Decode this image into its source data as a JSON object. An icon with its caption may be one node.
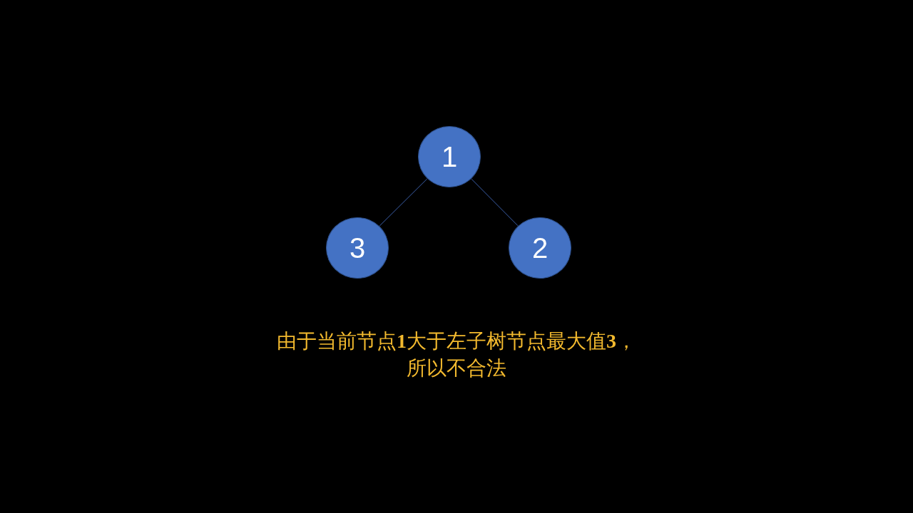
{
  "diagram": {
    "nodes": [
      {
        "text": [
          "1"
        ]
      },
      {
        "text": [
          "3"
        ]
      },
      {
        "text": [
          "2"
        ]
      }
    ],
    "edges": [
      {
        "from": 0,
        "to": 1,
        "arrow": "none"
      },
      {
        "from": 0,
        "to": 2,
        "arrow": "none"
      }
    ],
    "labels": [
      "由于当前节点**1**大于左子树节点最大值**3**，所以不合法"
    ]
  }
}
